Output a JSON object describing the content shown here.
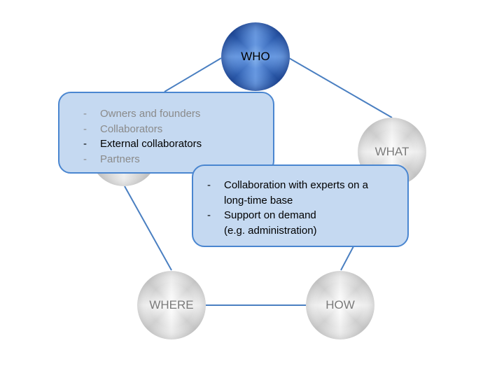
{
  "diagram": {
    "colors": {
      "connector": "#4a7fc1",
      "callout_fill": "#c5d9f1",
      "callout_border": "#4a86d0",
      "active_node": "#2f5fb0",
      "inactive_node": "#d0d0d0",
      "muted_text": "#8a8a8a",
      "active_text": "#000000"
    },
    "nodes": {
      "who": {
        "label": "WHO",
        "state": "active"
      },
      "what": {
        "label": "WHAT",
        "state": "inactive"
      },
      "how": {
        "label": "HOW",
        "state": "inactive"
      },
      "where": {
        "label": "WHERE",
        "state": "inactive"
      },
      "fifth": {
        "label": "",
        "state": "inactive"
      }
    },
    "edges": [
      [
        "who",
        "what"
      ],
      [
        "what",
        "how"
      ],
      [
        "how",
        "where"
      ],
      [
        "where",
        "fifth"
      ],
      [
        "fifth",
        "who"
      ]
    ],
    "who_callout": {
      "items": [
        {
          "bullet": "-",
          "text": "Owners and founders",
          "highlighted": false
        },
        {
          "bullet": "-",
          "text": "Collaborators",
          "highlighted": false
        },
        {
          "bullet": "-",
          "text": "External collaborators",
          "highlighted": true
        },
        {
          "bullet": "-",
          "text": "Partners",
          "highlighted": false
        }
      ]
    },
    "detail_callout": {
      "items": [
        {
          "bullet": "-",
          "lines": [
            "Collaboration with experts on a",
            "long-time base"
          ]
        },
        {
          "bullet": "-",
          "lines": [
            "Support on demand",
            "(e.g. administration)"
          ]
        }
      ]
    }
  }
}
